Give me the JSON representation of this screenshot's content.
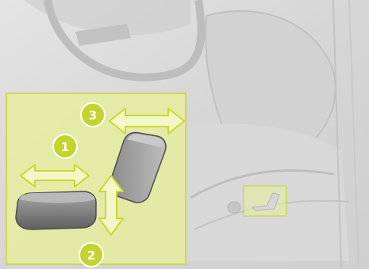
{
  "figure": {
    "callouts": [
      {
        "number": "1",
        "direction": "horizontal"
      },
      {
        "number": "2",
        "direction": "vertical"
      },
      {
        "number": "3",
        "direction": "horizontal"
      }
    ],
    "colors": {
      "highlight": "#e6f09a",
      "highlight_border": "#c8d832",
      "arrow_fill": "#f2f7c7",
      "callout_fill": "#c4d42c",
      "background_photo": "#dcdcdc",
      "control_grey": "#6e6e6e"
    }
  }
}
